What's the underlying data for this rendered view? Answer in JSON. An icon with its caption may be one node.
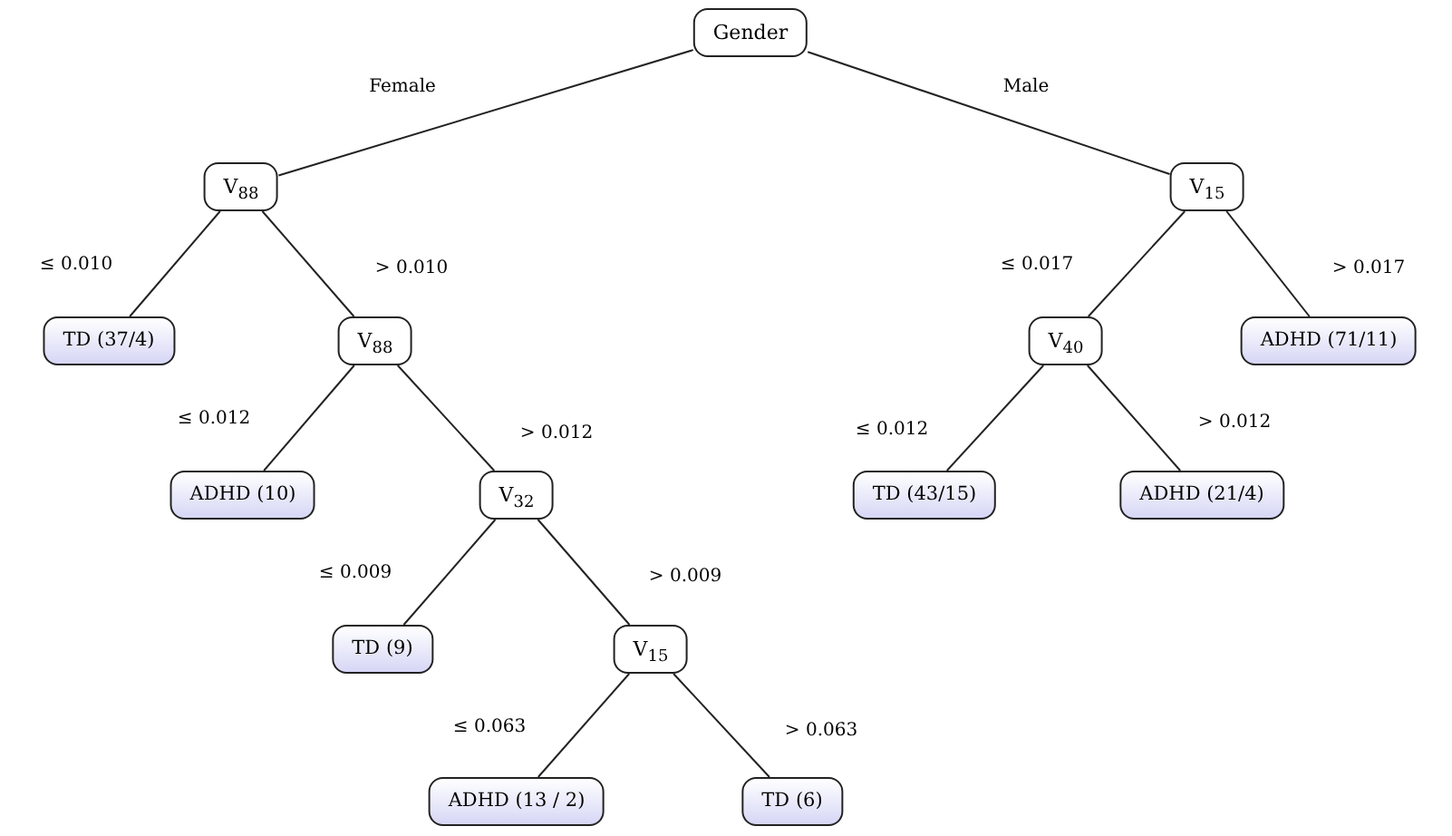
{
  "diagram": {
    "nodes": [
      {
        "text": [
          "Gender"
        ]
      },
      {
        "text": [
          "V$_{88}$"
        ]
      },
      {
        "text": [
          "V$_{15}$"
        ]
      },
      {
        "text": [
          "TD (37/4)"
        ]
      },
      {
        "text": [
          "V$_{88}$"
        ]
      },
      {
        "text": [
          "V$_{40}$"
        ]
      },
      {
        "text": [
          "ADHD (71/11)"
        ]
      },
      {
        "text": [
          "ADHD (10)"
        ]
      },
      {
        "text": [
          "V$_{32}$"
        ]
      },
      {
        "text": [
          "TD (43/15)"
        ]
      },
      {
        "text": [
          "ADHD (21/4)"
        ]
      },
      {
        "text": [
          "TD (9)"
        ]
      },
      {
        "text": [
          "V$_{15}$"
        ]
      },
      {
        "text": [
          "ADHD (13 / 2)"
        ]
      },
      {
        "text": [
          "TD (6)"
        ]
      }
    ],
    "edges": [
      {
        "from": 0,
        "to": 1,
        "arrow": "none",
        "label": "Female"
      },
      {
        "from": 0,
        "to": 2,
        "arrow": "none",
        "label": "Male"
      },
      {
        "from": 1,
        "to": 3,
        "arrow": "none",
        "label": "≤ 0.010"
      },
      {
        "from": 1,
        "to": 4,
        "arrow": "none",
        "label": "> 0.010"
      },
      {
        "from": 2,
        "to": 5,
        "arrow": "none",
        "label": "≤ 0.017"
      },
      {
        "from": 2,
        "to": 6,
        "arrow": "none",
        "label": "> 0.017"
      },
      {
        "from": 4,
        "to": 7,
        "arrow": "none",
        "label": "≤ 0.012"
      },
      {
        "from": 4,
        "to": 8,
        "arrow": "none",
        "label": "> 0.012"
      },
      {
        "from": 5,
        "to": 9,
        "arrow": "none",
        "label": "≤ 0.012"
      },
      {
        "from": 5,
        "to": 10,
        "arrow": "none",
        "label": "> 0.012"
      },
      {
        "from": 8,
        "to": 11,
        "arrow": "none",
        "label": "≤ 0.009"
      },
      {
        "from": 8,
        "to": 12,
        "arrow": "none",
        "label": "> 0.009"
      },
      {
        "from": 12,
        "to": 13,
        "arrow": "none",
        "label": "≤ 0.063"
      },
      {
        "from": 12,
        "to": 14,
        "arrow": "none",
        "label": "> 0.063"
      }
    ]
  }
}
